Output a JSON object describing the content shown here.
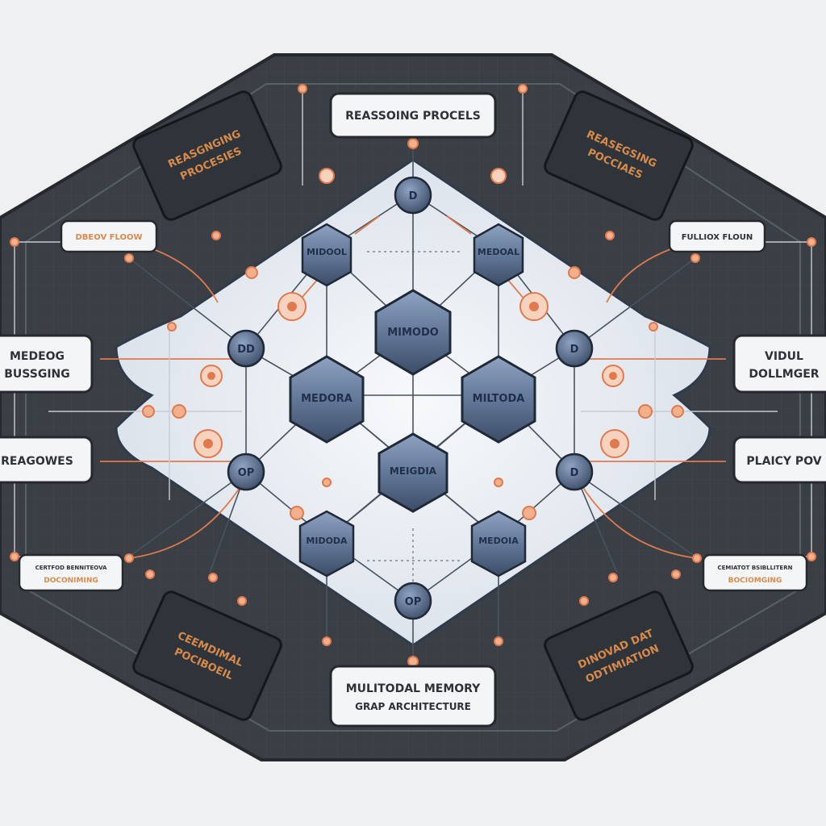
{
  "colors": {
    "board": "#3a3f45",
    "board_stroke": "#25292e",
    "inner_panel": "#e8edf3",
    "node_fill": "#5f7494",
    "node_dark": "#3b4c66",
    "accent": "#e07a4e",
    "label_box": "#f4f5f7",
    "line": "#4a5260"
  },
  "labels": {
    "top_center": "REASSOING PROCELS",
    "bottom_center_line1": "MULITODAL MEMORY",
    "bottom_center_line2": "GRAP ARCHITECTURE",
    "left_upper_line1": "REASGNGING",
    "left_upper_line2": "PROCESIES",
    "right_upper_line1": "REASEGSING",
    "right_upper_line2": "POCCIAES",
    "left_small_top": "DBEOV FLOOW",
    "right_small_top": "FULLIOX FLOUN",
    "left_mid_line1": "MEDEOG",
    "left_mid_line2": "BUSSGING",
    "right_mid_line1": "VIDUL",
    "right_mid_line2": "DOLLMGER",
    "left_low": "REAGOWES",
    "right_low": "PLAICY POV",
    "left_small_bottom_line1": "CERTFOD BENNITEOVA",
    "left_small_bottom_line2": "DOCONIMING",
    "right_small_bottom_line1": "CEMIATOT BSIBLLITERN",
    "right_small_bottom_line2": "BOCIOMGING",
    "left_bottom_line1": "CEEMDIMAL",
    "left_bottom_line2": "POCIBOEIL",
    "right_bottom_line1": "DINOVAD DAT",
    "right_bottom_line2": "ODTIMIATION"
  },
  "hex_nodes": [
    "MIDOOL",
    "MEDOAL",
    "MIMODO",
    "MEDORA",
    "MILTODA",
    "MEIGDIA",
    "MIDODA",
    "MEDOIA"
  ],
  "round_nodes": [
    "D",
    "DD",
    "D",
    "OP",
    "D",
    "OP"
  ]
}
